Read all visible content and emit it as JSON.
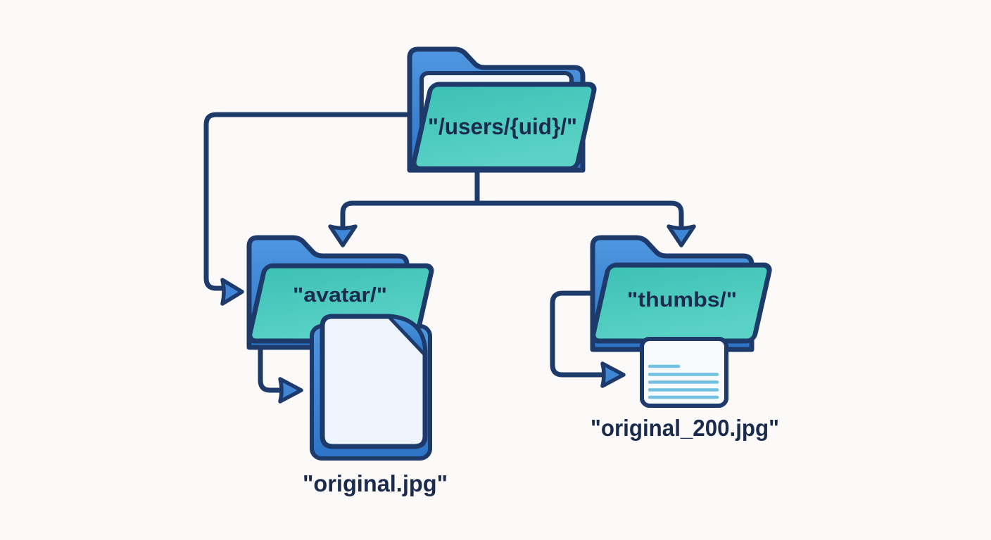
{
  "diagram": {
    "kind": "storage-folder-structure",
    "nodes": {
      "root": {
        "label": "\"/users/{uid}/\"",
        "type": "folder"
      },
      "avatar": {
        "label": "\"avatar/\"",
        "type": "folder"
      },
      "thumbs": {
        "label": "\"thumbs/\"",
        "type": "folder"
      },
      "original": {
        "label": "\"original.jpg\"",
        "type": "file"
      },
      "thumb200": {
        "label": "\"original_200.jpg\"",
        "type": "thumbnail-file"
      }
    },
    "edges": [
      {
        "from": "root",
        "to": "avatar",
        "route": "left-side-elbow"
      },
      {
        "from": "root",
        "to": "avatar",
        "route": "branch-left-down"
      },
      {
        "from": "root",
        "to": "thumbs",
        "route": "branch-right-down"
      },
      {
        "from": "avatar",
        "to": "original",
        "route": "down-right-elbow"
      },
      {
        "from": "thumbs",
        "to": "thumb200",
        "route": "left-down-right-elbow"
      }
    ],
    "colors": {
      "folder_blue": "#3c82d2",
      "folder_teal": "#47c9bd",
      "outline_navy": "#1d3a6b",
      "paper_white": "#f3f8fc",
      "label_text": "#1b2b4d",
      "thumbnail_lines": "#74c0e2",
      "background": "#fbfaf8"
    }
  }
}
